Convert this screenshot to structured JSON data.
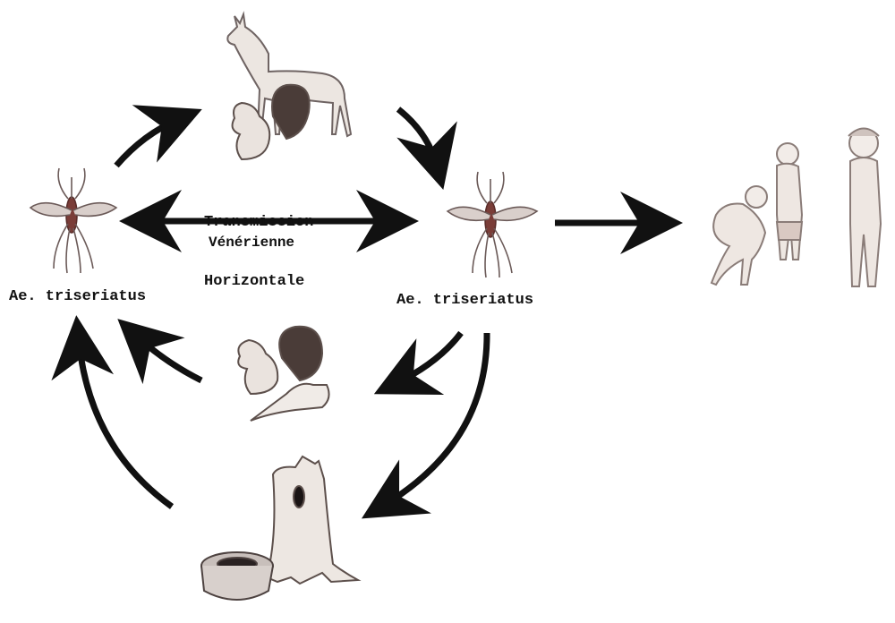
{
  "labels": {
    "left_mosquito": "Ae. triseriatus",
    "right_mosquito": "Ae. triseriatus",
    "transmission_line1": "Transmission",
    "transmission_line2": "Horizontale",
    "venereal": "Vénérienne"
  },
  "colors": {
    "arrow": "#111111",
    "sketch": "#6f6463",
    "sketch_fill": "#e8e1dc",
    "squirrel_dark": "#4a3c38"
  },
  "icons": [
    "deer-icon",
    "squirrel-icon",
    "mosquito-icon",
    "children-icon",
    "tree-stump-icon",
    "tire-icon"
  ]
}
